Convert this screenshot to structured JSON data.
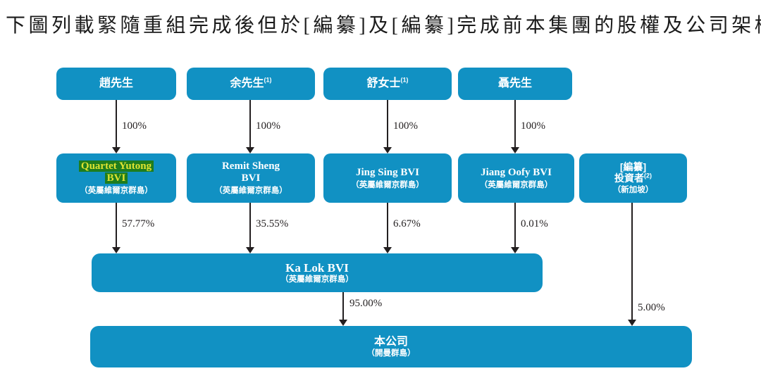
{
  "page": {
    "title": "下圖列載緊隨重組完成後但於[編纂]及[編纂]完成前本集團的股權及公司架構",
    "title_partial": "概"
  },
  "colors": {
    "box_blue": "#1191c3",
    "highlight_bg": "#1e7d1e",
    "highlight_text": "#dfe332",
    "ink": "#231f20"
  },
  "owners": [
    {
      "name": "趙先生",
      "sup": "",
      "pct": "100%"
    },
    {
      "name": "余先生",
      "sup": "(1)",
      "pct": "100%"
    },
    {
      "name": "舒女士",
      "sup": "(1)",
      "pct": "100%"
    },
    {
      "name": "聶先生",
      "sup": "",
      "pct": "100%"
    }
  ],
  "holdcos": [
    {
      "name_line1": "Quartet Yutong",
      "name_line2": "BVI",
      "jurisdiction": "（英屬維爾京群島）",
      "pct": "57.77%",
      "highlighted": true
    },
    {
      "name_line1": "Remit Sheng",
      "name_line2": "BVI",
      "jurisdiction": "（英屬維爾京群島）",
      "pct": "35.55%",
      "highlighted": false
    },
    {
      "name_line1": "Jing Sing BVI",
      "name_line2": "",
      "jurisdiction": "（英屬維爾京群島）",
      "pct": "6.67%",
      "highlighted": false
    },
    {
      "name_line1": "Jiang Oofy BVI",
      "name_line2": "",
      "jurisdiction": "（英屬維爾京群島）",
      "pct": "0.01%",
      "highlighted": false
    }
  ],
  "investor": {
    "line1": "[編纂]",
    "line2": "投資者",
    "sup": "(2)",
    "jurisdiction": "（新加坡）",
    "pct": "5.00%"
  },
  "midco": {
    "name": "Ka Lok BVI",
    "jurisdiction": "（英屬維爾京群島）",
    "pct": "95.00%"
  },
  "company": {
    "name": "本公司",
    "jurisdiction": "（開曼群島）"
  }
}
